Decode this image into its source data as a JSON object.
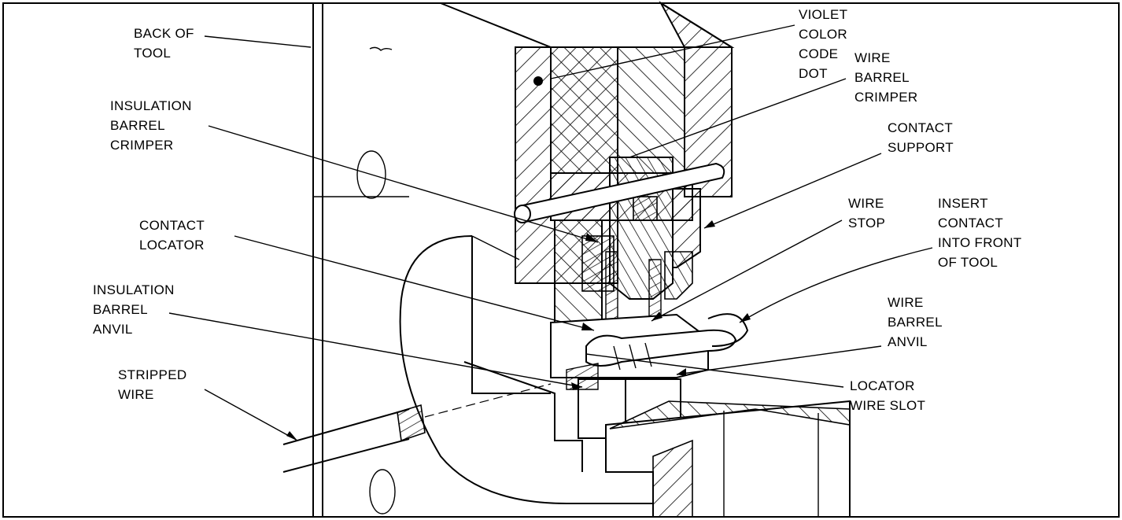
{
  "labels": {
    "back_of_tool": [
      "BACK OF",
      "TOOL"
    ],
    "violet_dot": [
      "VIOLET",
      "COLOR",
      "CODE",
      "DOT"
    ],
    "wire_barrel_crimper": [
      "WIRE",
      "BARREL",
      "CRIMPER"
    ],
    "insulation_barrel_crimper": [
      "INSULATION",
      "BARREL",
      "CRIMPER"
    ],
    "contact_support": [
      "CONTACT",
      "SUPPORT"
    ],
    "contact_locator": [
      "CONTACT",
      "LOCATOR"
    ],
    "wire_stop": [
      "WIRE",
      "STOP"
    ],
    "insert_contact": [
      "INSERT",
      "CONTACT",
      "INTO FRONT",
      "OF TOOL"
    ],
    "insulation_barrel_anvil": [
      "INSULATION",
      "BARREL",
      "ANVIL"
    ],
    "wire_barrel_anvil": [
      "WIRE",
      "BARREL",
      "ANVIL"
    ],
    "stripped_wire": [
      "STRIPPED",
      "WIRE"
    ],
    "locator_wire_slot": [
      "LOCATOR",
      "WIRE SLOT"
    ]
  },
  "colors": {
    "ink": "#000000",
    "paper": "#ffffff"
  }
}
